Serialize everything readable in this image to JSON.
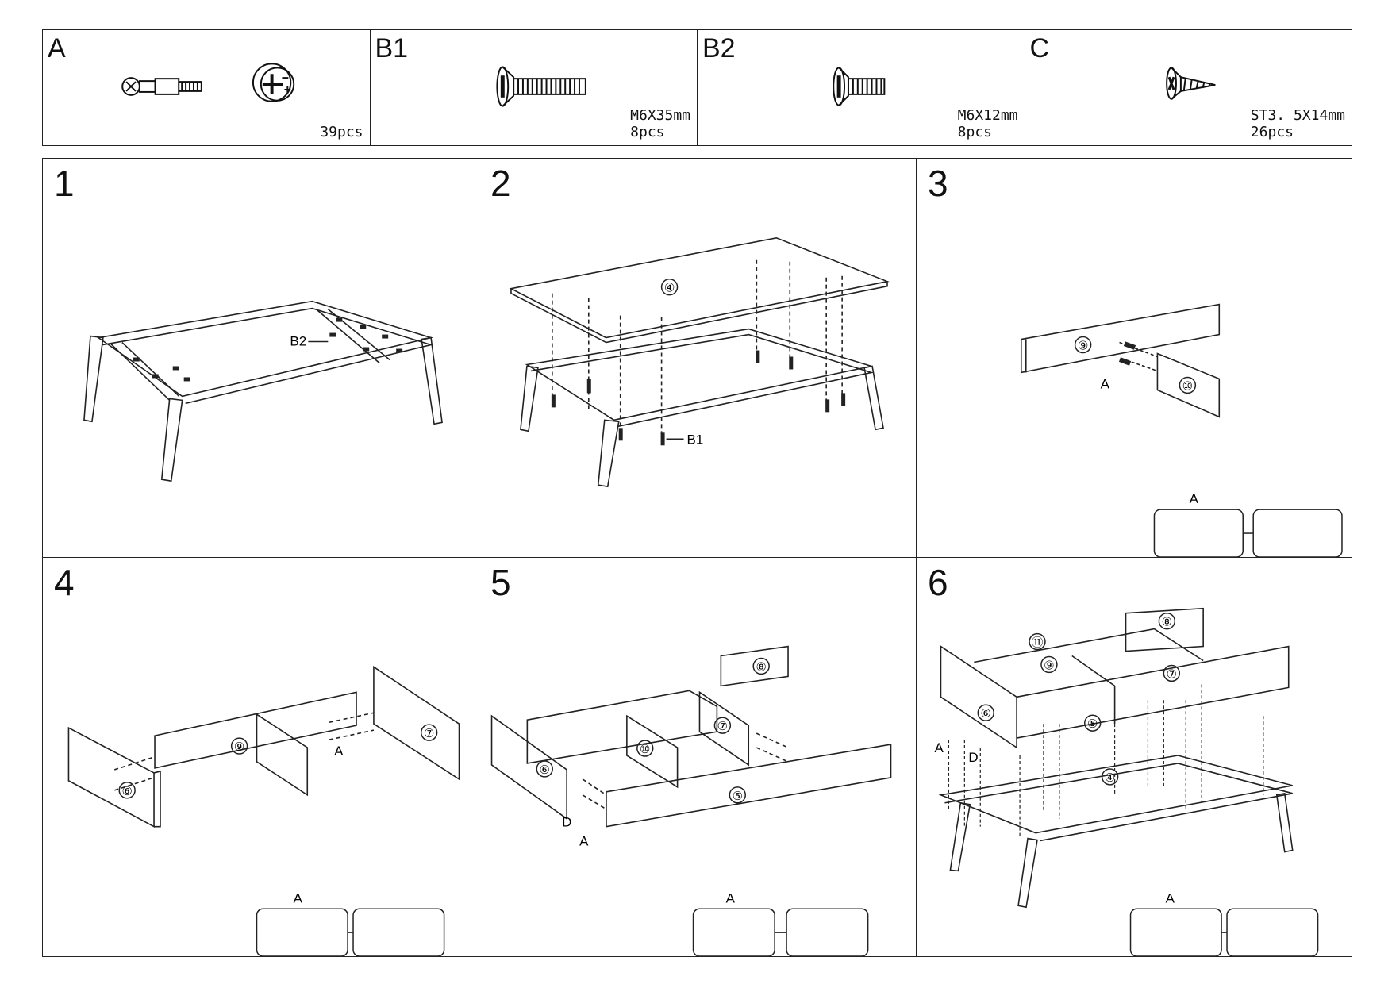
{
  "hardware": [
    {
      "code": "A",
      "spec": "",
      "qty": "39pcs",
      "icon": "cam-lock-bolt-and-cam-icon"
    },
    {
      "code": "B1",
      "spec": "M6X35mm",
      "qty": "8pcs",
      "icon": "long-machine-screw-icon"
    },
    {
      "code": "B2",
      "spec": "M6X12mm",
      "qty": "8pcs",
      "icon": "short-machine-screw-icon"
    },
    {
      "code": "C",
      "spec": "ST3. 5X14mm",
      "qty": "26pcs",
      "icon": "wood-screw-icon"
    }
  ],
  "steps": [
    {
      "number": "1",
      "labels": [
        "B2"
      ]
    },
    {
      "number": "2",
      "labels": [
        "④",
        "B1"
      ]
    },
    {
      "number": "3",
      "labels": [
        "⑨",
        "⑩",
        "A",
        "A"
      ]
    },
    {
      "number": "4",
      "labels": [
        "⑨",
        "⑦",
        "⑥",
        "A",
        "A"
      ]
    },
    {
      "number": "5",
      "labels": [
        "⑧",
        "⑦",
        "⑩",
        "⑥",
        "⑤",
        "D",
        "A",
        "A"
      ]
    },
    {
      "number": "6",
      "labels": [
        "⑧",
        "⑪",
        "⑨",
        "⑦",
        "⑥",
        "⑤",
        "④",
        "A",
        "D",
        "A"
      ]
    }
  ]
}
